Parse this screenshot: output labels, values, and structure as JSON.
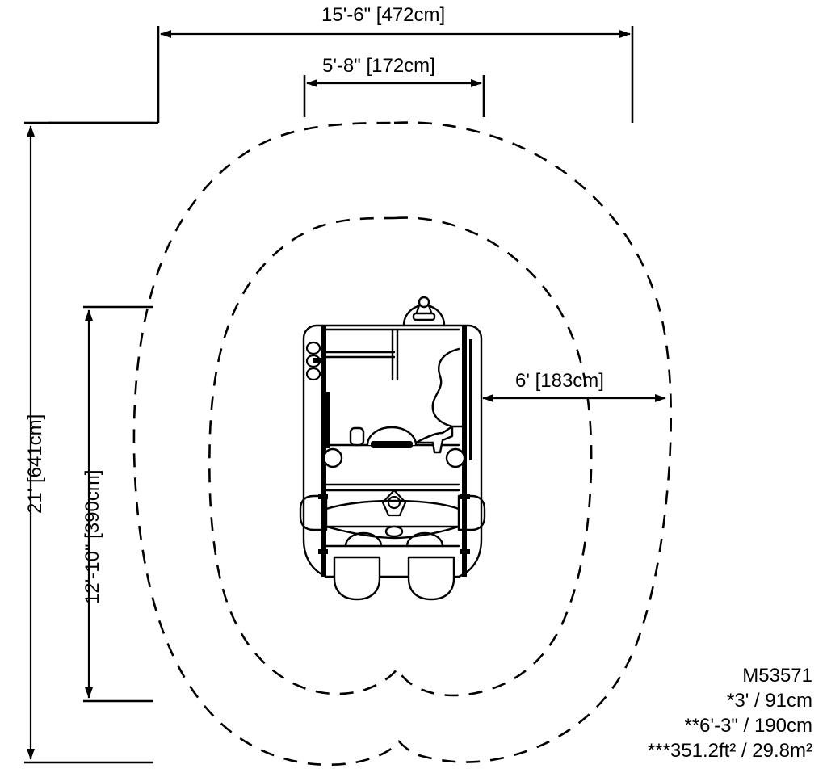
{
  "drawing": {
    "type": "playground-equipment-plan-view",
    "dimensions": {
      "overall_width": "15'-6\" [472cm]",
      "equipment_width": "5'-8\" [172cm]",
      "use_zone_offset": "6' [183cm]",
      "overall_depth": "21' [641cm]",
      "equipment_depth": "12'-10\" [390cm]"
    },
    "info_block": {
      "model": "M53571",
      "fall_height": "*3' / 91cm",
      "critical_height": "**6'-3\" / 190cm",
      "use_zone_area": "***351.2ft² / 29.8m²"
    },
    "colors": {
      "line": "#000000",
      "background": "#ffffff"
    },
    "linework": {
      "outer_use_zone_style": "dashed",
      "inner_use_zone_style": "dashed",
      "equipment_style": "solid"
    }
  }
}
